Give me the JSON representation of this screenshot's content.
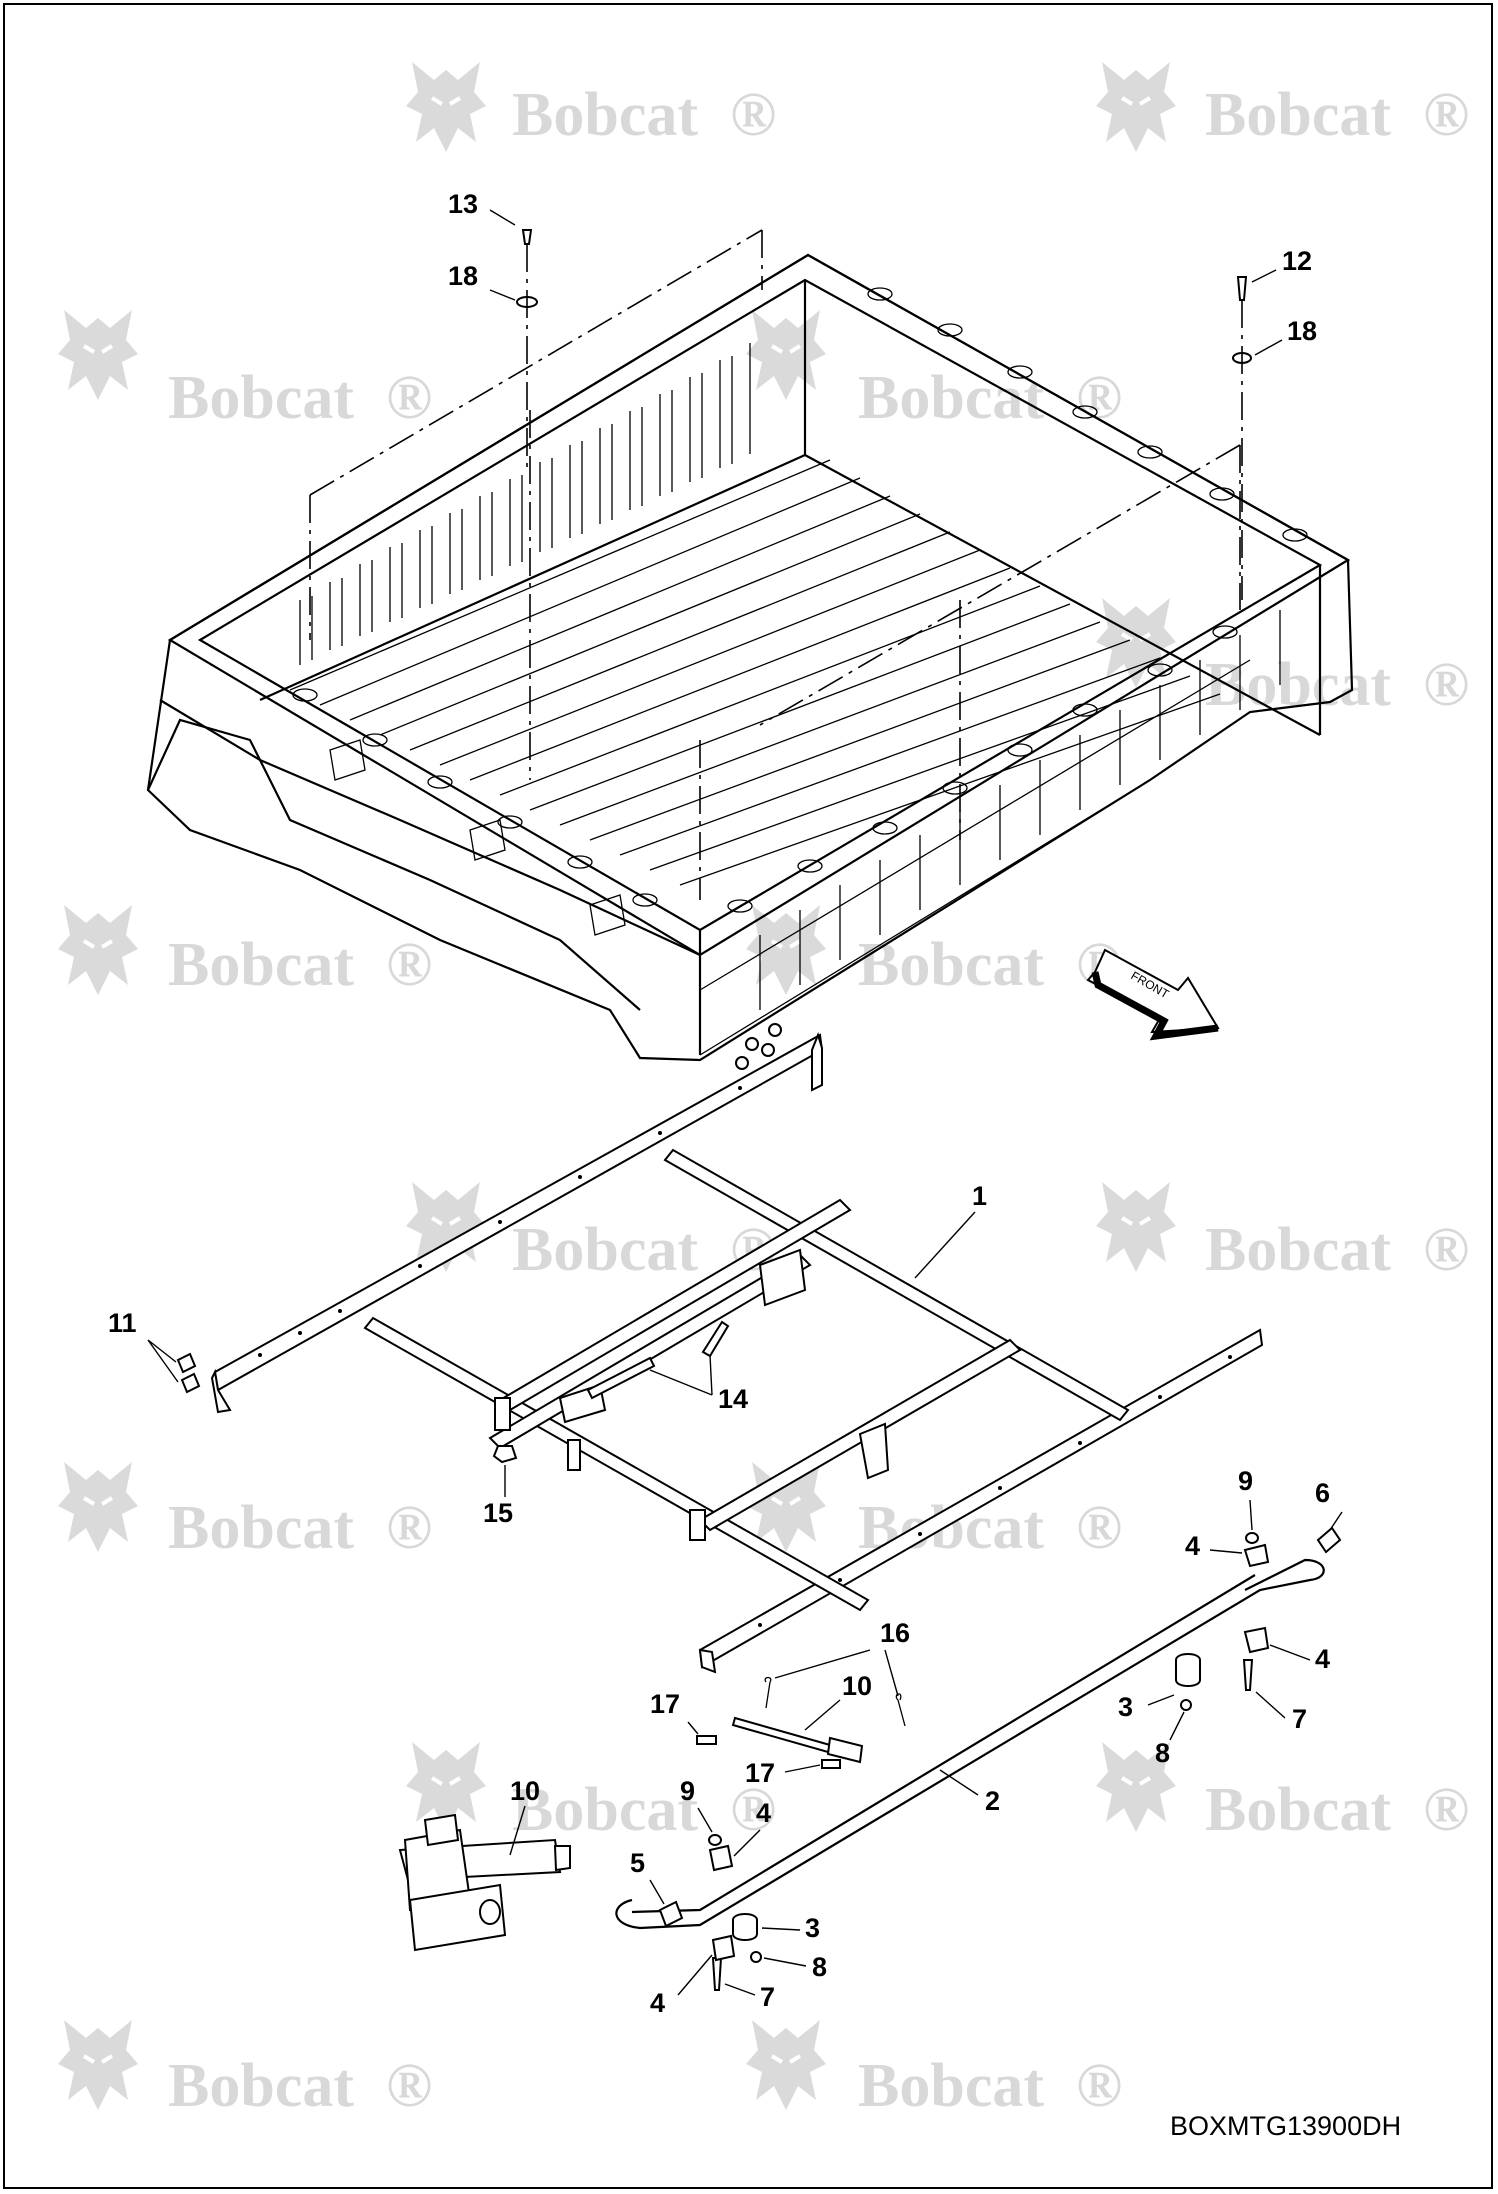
{
  "watermark": {
    "brand": "Bobcat",
    "registered": "®",
    "color": "#d8d8d8"
  },
  "front_arrow": {
    "label": "FRONT"
  },
  "drawing_code": "BOXMTG13900DH",
  "callouts": {
    "c1": "1",
    "c2": "2",
    "c3a": "3",
    "c3b": "3",
    "c4a": "4",
    "c4b": "4",
    "c4c": "4",
    "c4d": "4",
    "c5": "5",
    "c6": "6",
    "c7a": "7",
    "c7b": "7",
    "c8a": "8",
    "c8b": "8",
    "c9a": "9",
    "c9b": "9",
    "c10a": "10",
    "c10b": "10",
    "c11": "11",
    "c12": "12",
    "c13": "13",
    "c14": "14",
    "c15": "15",
    "c16": "16",
    "c17a": "17",
    "c17b": "17",
    "c18a": "18",
    "c18b": "18"
  }
}
